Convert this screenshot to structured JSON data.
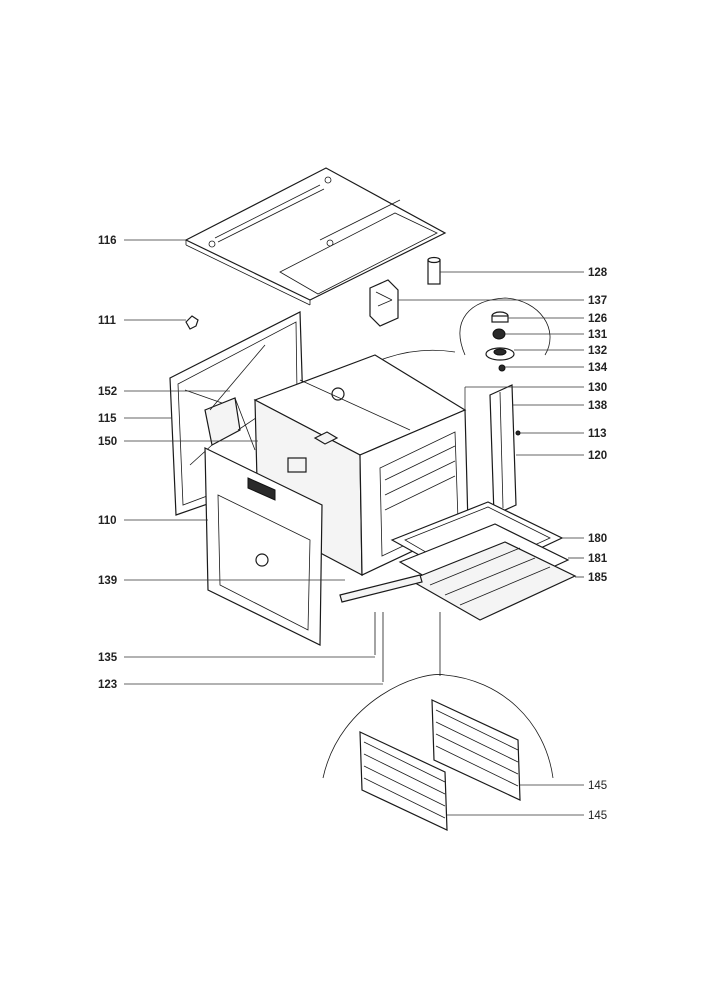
{
  "callouts": [
    {
      "id": "c116",
      "text": "116"
    },
    {
      "id": "c128",
      "text": "128"
    },
    {
      "id": "c137",
      "text": "137"
    },
    {
      "id": "c111",
      "text": "111"
    },
    {
      "id": "c126",
      "text": "126"
    },
    {
      "id": "c131",
      "text": "131"
    },
    {
      "id": "c132",
      "text": "132"
    },
    {
      "id": "c134",
      "text": "134"
    },
    {
      "id": "c152",
      "text": "152"
    },
    {
      "id": "c130",
      "text": "130"
    },
    {
      "id": "c138",
      "text": "138"
    },
    {
      "id": "c115",
      "text": "115"
    },
    {
      "id": "c113",
      "text": "113"
    },
    {
      "id": "c150",
      "text": "150"
    },
    {
      "id": "c120",
      "text": "120"
    },
    {
      "id": "c110",
      "text": "110"
    },
    {
      "id": "c180",
      "text": "180"
    },
    {
      "id": "c181",
      "text": "181"
    },
    {
      "id": "c185",
      "text": "185"
    },
    {
      "id": "c139",
      "text": "139"
    },
    {
      "id": "c135",
      "text": "135"
    },
    {
      "id": "c123",
      "text": "123"
    },
    {
      "id": "c145a",
      "text": "145"
    },
    {
      "id": "c145b",
      "text": "145"
    }
  ]
}
